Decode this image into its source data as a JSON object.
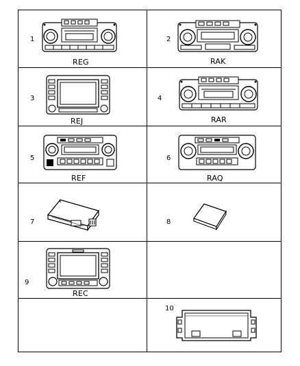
{
  "cells": [
    {
      "number": "1",
      "code": "REG",
      "icon": "radio-head-unit-icon"
    },
    {
      "number": "2",
      "code": "RAK",
      "icon": "radio-head-unit-icon"
    },
    {
      "number": "3",
      "code": "REJ",
      "icon": "navigation-radio-icon"
    },
    {
      "number": "4",
      "code": "RAR",
      "icon": "radio-head-unit-icon"
    },
    {
      "number": "5",
      "code": "REF",
      "icon": "radio-head-unit-icon"
    },
    {
      "number": "6",
      "code": "RAQ",
      "icon": "radio-head-unit-icon"
    },
    {
      "number": "7",
      "code": "",
      "icon": "control-module-icon"
    },
    {
      "number": "8",
      "code": "",
      "icon": "memory-card-icon"
    },
    {
      "number": "9",
      "code": "REC",
      "icon": "navigation-radio-icon"
    },
    {
      "number": "10",
      "code": "",
      "icon": "mounting-bracket-icon"
    }
  ]
}
